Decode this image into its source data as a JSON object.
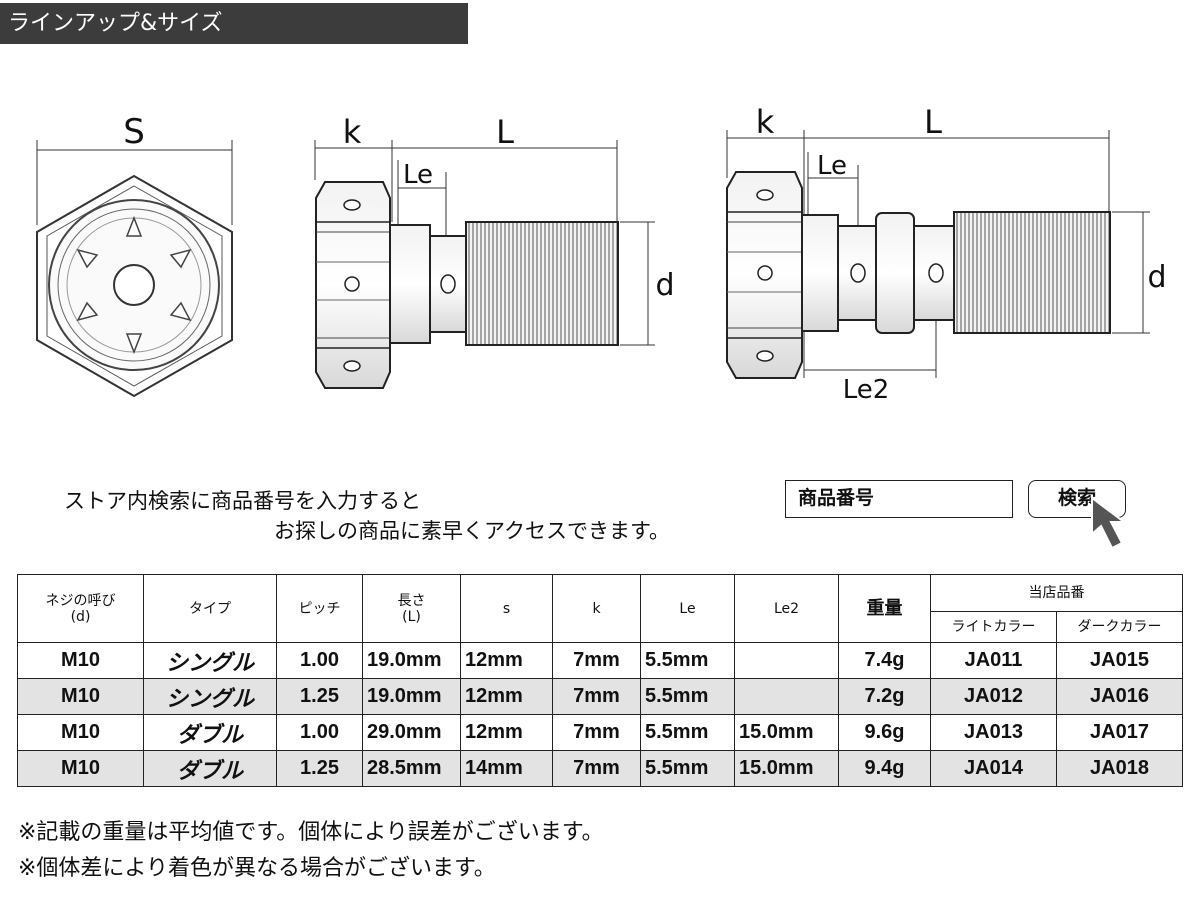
{
  "header": {
    "title": "ラインアップ&サイズ"
  },
  "diagram_labels": {
    "s": "S",
    "k1": "k",
    "l1": "L",
    "le1": "Le",
    "d1": "d",
    "k2": "k",
    "l2": "L",
    "le2_top": "Le",
    "d2": "d",
    "le2": "Le2"
  },
  "search": {
    "description_line1": "ストア内検索に商品番号を入力すると",
    "description_line2": "お探しの商品に素早くアクセスできます。",
    "input_value": "商品番号",
    "button_label": "検索"
  },
  "table": {
    "headers": {
      "thread": "ネジの呼び",
      "thread_sub": "(d)",
      "type": "タイプ",
      "pitch": "ピッチ",
      "length": "長さ",
      "length_sub": "(L)",
      "s": "s",
      "k": "k",
      "le": "Le",
      "le2": "Le2",
      "weight": "重量",
      "store_code": "当店品番",
      "light": "ライトカラー",
      "dark": "ダークカラー"
    },
    "rows": [
      {
        "thread": "M10",
        "type": "シングル",
        "pitch": "1.00",
        "length": "19.0mm",
        "s": "12mm",
        "k": "7mm",
        "le": "5.5mm",
        "le2": "",
        "weight": "7.4g",
        "light": "JA011",
        "dark": "JA015"
      },
      {
        "thread": "M10",
        "type": "シングル",
        "pitch": "1.25",
        "length": "19.0mm",
        "s": "12mm",
        "k": "7mm",
        "le": "5.5mm",
        "le2": "",
        "weight": "7.2g",
        "light": "JA012",
        "dark": "JA016"
      },
      {
        "thread": "M10",
        "type": "ダブル",
        "pitch": "1.00",
        "length": "29.0mm",
        "s": "12mm",
        "k": "7mm",
        "le": "5.5mm",
        "le2": "15.0mm",
        "weight": "9.6g",
        "light": "JA013",
        "dark": "JA017"
      },
      {
        "thread": "M10",
        "type": "ダブル",
        "pitch": "1.25",
        "length": "28.5mm",
        "s": "14mm",
        "k": "7mm",
        "le": "5.5mm",
        "le2": "15.0mm",
        "weight": "9.4g",
        "light": "JA014",
        "dark": "JA018"
      }
    ]
  },
  "notes": {
    "line1": "※記載の重量は平均値です。個体により誤差がございます。",
    "line2": "※個体差により着色が異なる場合がございます。"
  }
}
